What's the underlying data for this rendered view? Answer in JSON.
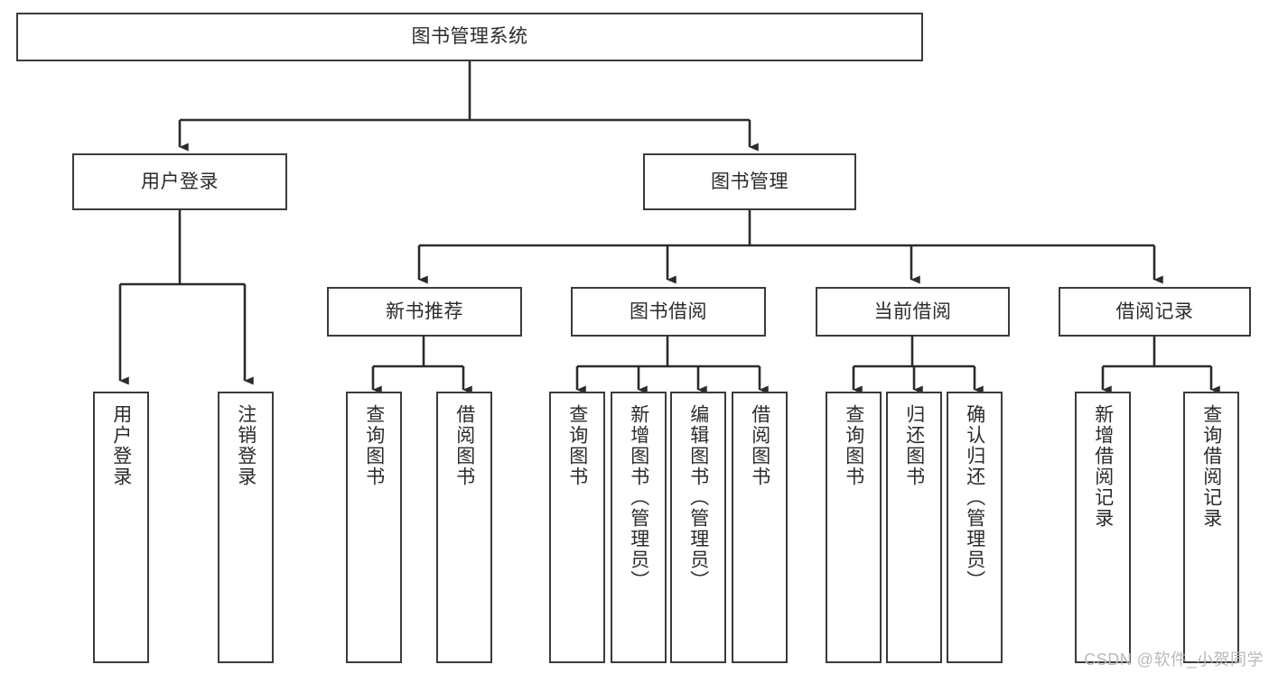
{
  "diagram": {
    "title": "图书管理系统",
    "type": "functional-decomposition-tree",
    "colors": {
      "box_border": "#3b3b3b",
      "box_fill": "#ffffff",
      "connector": "#2b2b2b",
      "text": "#2b2b2b",
      "watermark": "#b9b9b9"
    },
    "levels": {
      "root": {
        "id": "root",
        "label": "图书管理系统",
        "orientation": "horizontal"
      },
      "level2": [
        {
          "id": "user-login",
          "label": "用户登录",
          "orientation": "horizontal"
        },
        {
          "id": "book-management",
          "label": "图书管理",
          "orientation": "horizontal"
        }
      ],
      "level3": [
        {
          "id": "new-book-recommend",
          "label": "新书推荐",
          "orientation": "horizontal",
          "parent": "book-management"
        },
        {
          "id": "book-borrow",
          "label": "图书借阅",
          "orientation": "horizontal",
          "parent": "book-management"
        },
        {
          "id": "current-borrow",
          "label": "当前借阅",
          "orientation": "horizontal",
          "parent": "book-management"
        },
        {
          "id": "borrow-record",
          "label": "借阅记录",
          "orientation": "horizontal",
          "parent": "book-management"
        }
      ],
      "leaves": [
        {
          "id": "leaf-user-login",
          "label": "用户登录",
          "orientation": "vertical",
          "parent": "user-login"
        },
        {
          "id": "leaf-user-logout",
          "label": "注销登录",
          "orientation": "vertical",
          "parent": "user-login"
        },
        {
          "id": "leaf-query-book-rec",
          "label": "查询图书",
          "orientation": "vertical",
          "parent": "new-book-recommend"
        },
        {
          "id": "leaf-borrow-book-rec",
          "label": "借阅图书",
          "orientation": "vertical",
          "parent": "new-book-recommend"
        },
        {
          "id": "leaf-query-book-borrow",
          "label": "查询图书",
          "orientation": "vertical",
          "parent": "book-borrow"
        },
        {
          "id": "leaf-add-book-admin",
          "label": "新增图书（管理员）",
          "orientation": "vertical",
          "parent": "book-borrow"
        },
        {
          "id": "leaf-edit-book-admin",
          "label": "编辑图书（管理员）",
          "orientation": "vertical",
          "parent": "book-borrow"
        },
        {
          "id": "leaf-borrow-book",
          "label": "借阅图书",
          "orientation": "vertical",
          "parent": "book-borrow"
        },
        {
          "id": "leaf-query-book-current",
          "label": "查询图书",
          "orientation": "vertical",
          "parent": "current-borrow"
        },
        {
          "id": "leaf-return-book",
          "label": "归还图书",
          "orientation": "vertical",
          "parent": "current-borrow"
        },
        {
          "id": "leaf-confirm-return-admin",
          "label": "确认归还（管理员）",
          "orientation": "vertical",
          "parent": "current-borrow"
        },
        {
          "id": "leaf-add-borrow-record",
          "label": "新增借阅记录",
          "orientation": "vertical",
          "parent": "borrow-record"
        },
        {
          "id": "leaf-query-borrow-record",
          "label": "查询借阅记录",
          "orientation": "vertical",
          "parent": "borrow-record"
        }
      ]
    },
    "watermark": "CSDN @软件_小贺同学"
  }
}
